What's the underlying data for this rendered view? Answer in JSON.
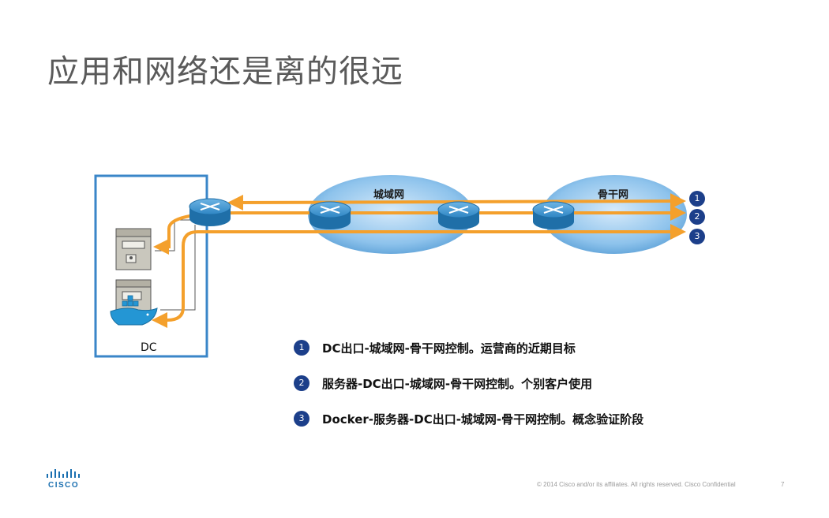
{
  "title": "应用和网络还是离的很远",
  "diagram": {
    "dc_label": "DC",
    "clouds": [
      {
        "label": "城域网"
      },
      {
        "label": "骨干网"
      }
    ],
    "path_markers": [
      "1",
      "2",
      "3"
    ],
    "colors": {
      "path": "#f4a02c",
      "dc_border": "#3a86c8",
      "cloud": "#6aaee0",
      "router": "#2b7fb8",
      "badge": "#1c3f8a"
    }
  },
  "legend": [
    {
      "num": "1",
      "text": "DC出口-城域网-骨干网控制。运营商的近期目标"
    },
    {
      "num": "2",
      "text": "服务器-DC出口-城域网-骨干网控制。个别客户使用"
    },
    {
      "num": "3",
      "text": "Docker-服务器-DC出口-城域网-骨干网控制。概念验证阶段"
    }
  ],
  "footer": {
    "copyright": "© 2014  Cisco and/or its affiliates. All rights reserved.   Cisco Confidential",
    "page": "7",
    "logo_text": "CISCO"
  }
}
